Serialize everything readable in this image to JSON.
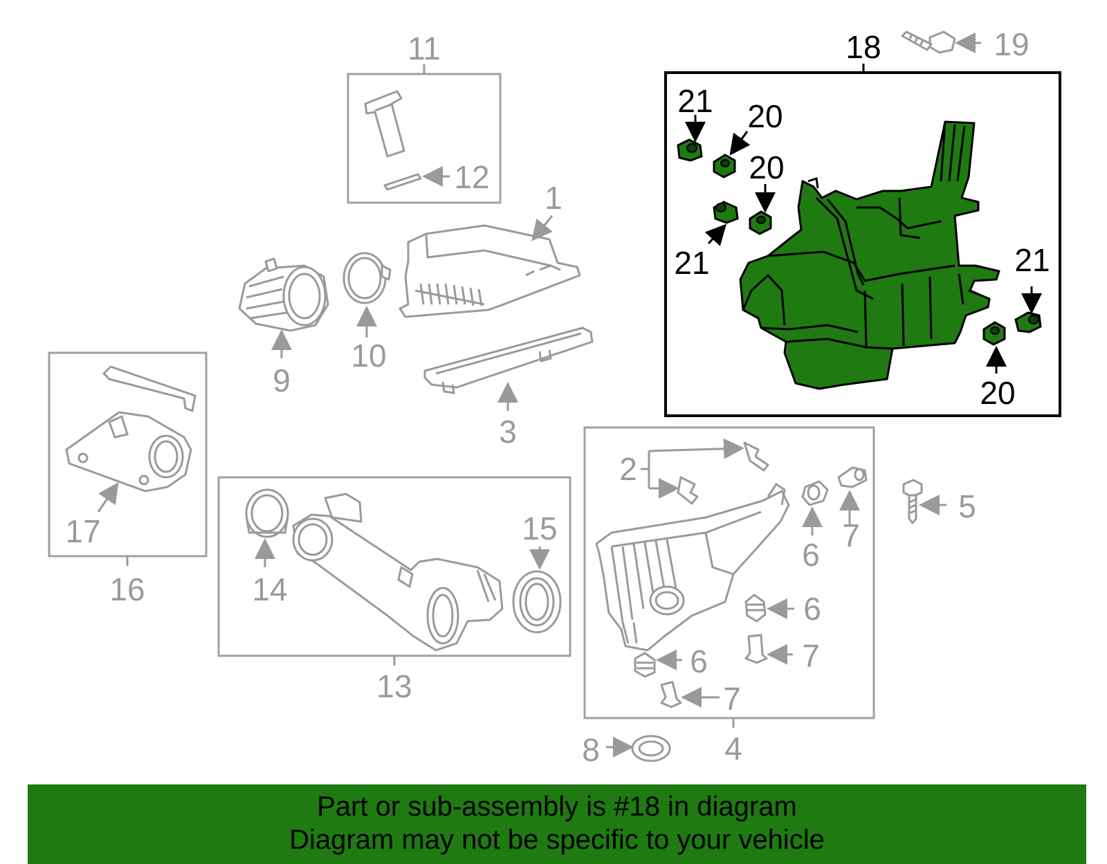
{
  "callouts": {
    "c1": "1",
    "c3": "3",
    "c4": "4",
    "c5": "5",
    "c6a": "6",
    "c6b": "6",
    "c6c": "6",
    "c7a": "7",
    "c7b": "7",
    "c7c": "7",
    "c8": "8",
    "c9": "9",
    "c10": "10",
    "c11": "11",
    "c12": "12",
    "c13": "13",
    "c14": "14",
    "c15": "15",
    "c16": "16",
    "c17": "17",
    "c18": "18",
    "c19": "19",
    "c20a": "20",
    "c20b": "20",
    "c20c": "20",
    "c21a": "21",
    "c21b": "21",
    "c21c": "21",
    "c2": "2"
  },
  "highlight": {
    "part_number": "18",
    "color": "#1f7a12"
  },
  "banner": {
    "line1": "Part or sub-assembly is #18 in diagram",
    "line2": "Diagram may not be specific to your vehicle",
    "background": "#1f7a12"
  }
}
